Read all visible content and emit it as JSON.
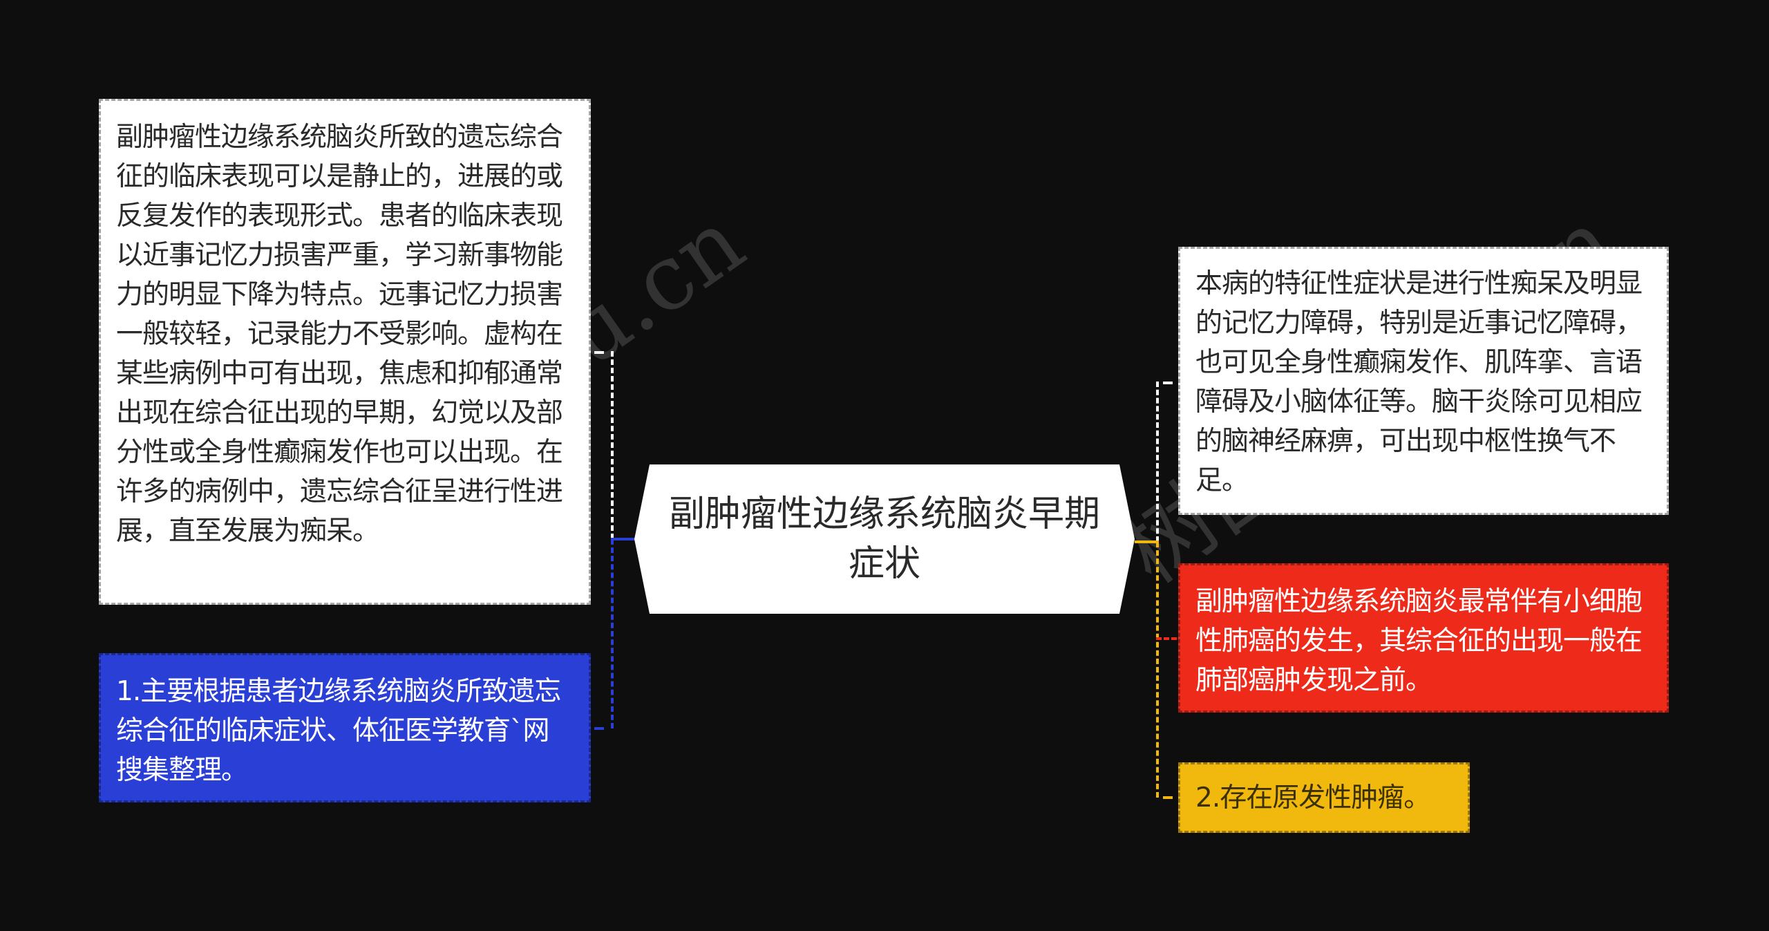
{
  "center": {
    "title": "副肿瘤性边缘系统脑炎早期症状"
  },
  "left": [
    {
      "text": "副肿瘤性边缘系统脑炎所致的遗忘综合征的临床表现可以是静止的，进展的或反复发作的表现形式。患者的临床表现以近事记忆力损害严重，学习新事物能力的明显下降为特点。远事记忆力损害一般较轻，记录能力不受影响。虚构在某些病例中可有出现，焦虑和抑郁通常出现在综合征出现的早期，幻觉以及部分性或全身性癫痫发作也可以出现。在许多的病例中，遗忘综合征呈进行性进展，直至发展为痴呆。",
      "color": "#ffffff"
    },
    {
      "text": "1.主要根据患者边缘系统脑炎所致遗忘综合征的临床症状、体征医学教育`网搜集整理。",
      "color": "#2a3fd6"
    }
  ],
  "right": [
    {
      "text": "本病的特征性症状是进行性痴呆及明显的记忆力障碍，特别是近事记忆障碍，也可见全身性癫痫发作、肌阵挛、言语障碍及小脑体征等。脑干炎除可见相应的脑神经麻痹，可出现中枢性换气不足。",
      "color": "#ffffff"
    },
    {
      "text": "副肿瘤性边缘系统脑炎最常伴有小细胞性肺癌的发生，其综合征的出现一般在肺部癌肿发现之前。",
      "color": "#ee2a1b"
    },
    {
      "text": "2.存在原发性肿瘤。",
      "color": "#f1b80d"
    }
  ],
  "connectors": {
    "left_color": "#2a3fd6",
    "left_white": "#ffffff",
    "right_color": "#f1b80d",
    "right_white": "#ffffff",
    "red_branch": "#ee2a1b"
  },
  "watermark": {
    "text": "树图shutu.cn"
  }
}
